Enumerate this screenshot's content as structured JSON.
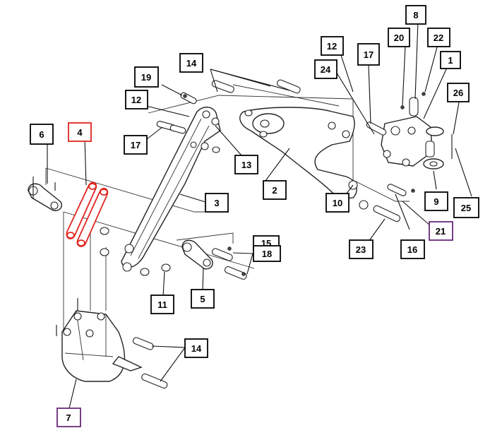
{
  "colors": {
    "highlight_red": "#e2241f",
    "highlight_purple": "#6a2a7a",
    "default_box": "#000000"
  },
  "labels": [
    {
      "id": "1",
      "text": "1"
    },
    {
      "id": "2",
      "text": "2"
    },
    {
      "id": "3",
      "text": "3"
    },
    {
      "id": "4",
      "text": "4",
      "highlight": "red"
    },
    {
      "id": "5",
      "text": "5"
    },
    {
      "id": "6",
      "text": "6"
    },
    {
      "id": "7",
      "text": "7",
      "highlight": "purple"
    },
    {
      "id": "8",
      "text": "8"
    },
    {
      "id": "9",
      "text": "9"
    },
    {
      "id": "10",
      "text": "10"
    },
    {
      "id": "11",
      "text": "11"
    },
    {
      "id": "12a",
      "text": "12"
    },
    {
      "id": "12b",
      "text": "12"
    },
    {
      "id": "13",
      "text": "13"
    },
    {
      "id": "14a",
      "text": "14"
    },
    {
      "id": "14b",
      "text": "14"
    },
    {
      "id": "15",
      "text": "15"
    },
    {
      "id": "16",
      "text": "16"
    },
    {
      "id": "17a",
      "text": "17"
    },
    {
      "id": "17b",
      "text": "17"
    },
    {
      "id": "18",
      "text": "18"
    },
    {
      "id": "19",
      "text": "19"
    },
    {
      "id": "20",
      "text": "20"
    },
    {
      "id": "21",
      "text": "21",
      "highlight": "purple"
    },
    {
      "id": "22",
      "text": "22"
    },
    {
      "id": "23",
      "text": "23"
    },
    {
      "id": "24",
      "text": "24"
    },
    {
      "id": "25",
      "text": "25"
    },
    {
      "id": "26",
      "text": "26"
    }
  ]
}
